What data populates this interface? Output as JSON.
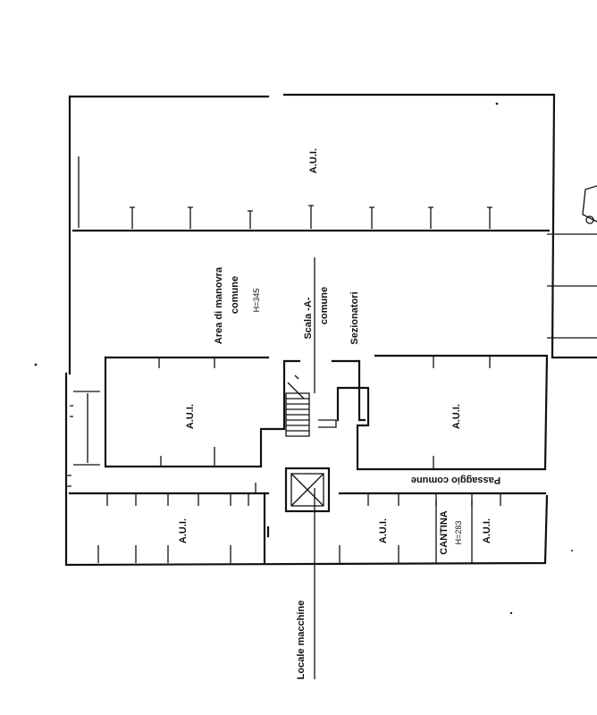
{
  "plan": {
    "labels": {
      "aui_top": "A.U.I.",
      "area_manovra": "Area di manovra",
      "comune_1": "comune",
      "h_manovra": "H=345",
      "scala": "Scala -A-",
      "comune_2": "comune",
      "sezionatori": "Sezionatori",
      "aui_mid_left": "A.U.I.",
      "aui_mid_right": "A.U.I.",
      "passaggio": "Passaggio comune",
      "aui_bottom_left": "A.U.I.",
      "aui_bottom_center": "A.U.I.",
      "cantina": "CANTINA",
      "h_cantina": "H=283",
      "aui_bottom_right": "A.U.I.",
      "locale_macchine": "Locale macchine"
    }
  }
}
